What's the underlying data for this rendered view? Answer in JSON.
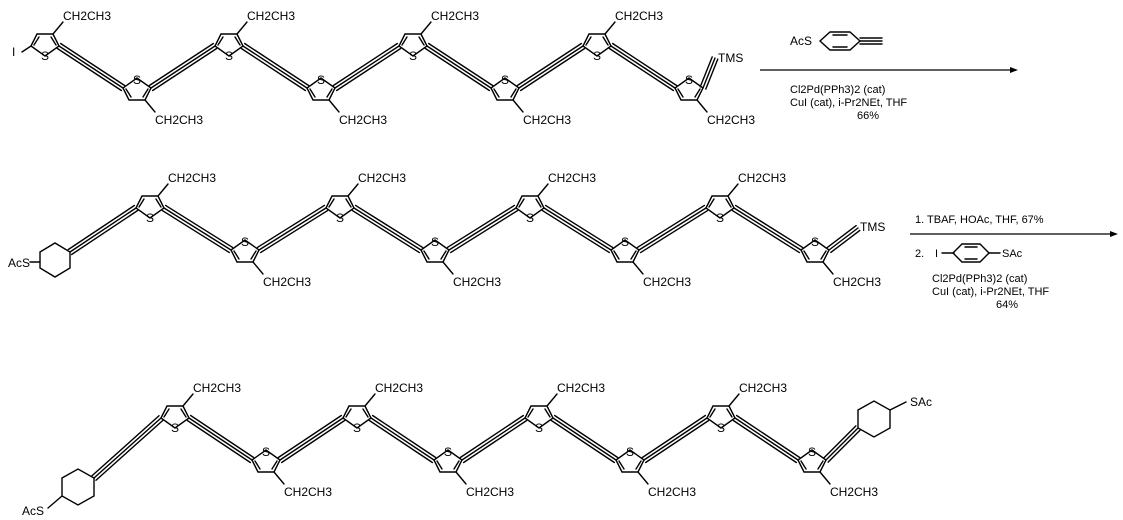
{
  "labels": {
    "ethyl": "CH2CH3",
    "sulfur": "S",
    "tms": "TMS",
    "thioacetate": "AcS",
    "iodo": "I",
    "thioacetate_right": "SAc"
  },
  "reactions": [
    {
      "reagent_label": "AcS",
      "conditions": [
        "Cl2Pd(PPh3)2 (cat)",
        "CuI (cat), i-Pr2NEt, THF",
        "66%"
      ]
    },
    {
      "step1": "1. TBAF, HOAc, THF, 67%",
      "step2_prefix": "2.",
      "reagent_left": "I",
      "reagent_right": "SAc",
      "conditions": [
        "Cl2Pd(PPh3)2 (cat)",
        "CuI (cat), i-Pr2NEt, THF",
        "64%"
      ]
    }
  ]
}
